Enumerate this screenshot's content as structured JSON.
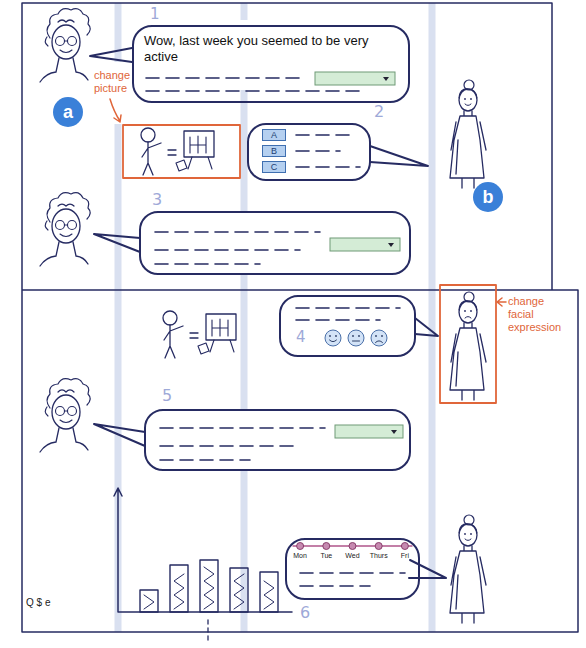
{
  "diagram": {
    "nodes": [
      {
        "text": [
          "Wow, last week you seemed to be very active"
        ]
      },
      {
        "text": [
          "a"
        ]
      },
      {
        "text": [
          "A"
        ]
      },
      {
        "text": [
          "B"
        ]
      },
      {
        "text": [
          "C"
        ]
      },
      {
        "text": [
          "b"
        ]
      },
      {
        "text": [
          "Mon",
          "Tue",
          "Wed",
          "Thurs",
          "Fri"
        ]
      }
    ],
    "labels": [
      "1",
      "change picture",
      "2",
      "3",
      "4",
      "change facial expression",
      "5",
      "6",
      "Q $ e"
    ]
  }
}
